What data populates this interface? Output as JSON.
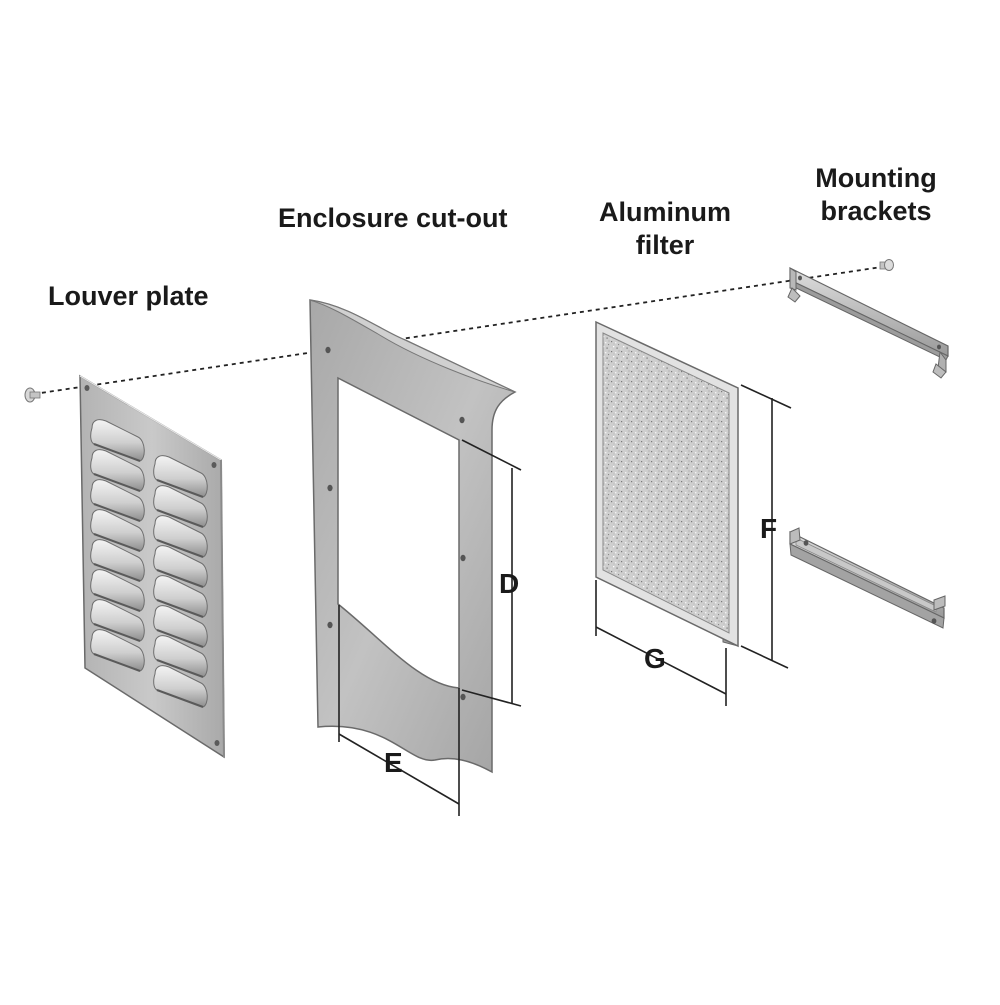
{
  "labels": {
    "louver_plate": "Louver plate",
    "enclosure_cutout": "Enclosure cut-out",
    "aluminum_filter_line1": "Aluminum",
    "aluminum_filter_line2": "filter",
    "mounting_brackets_line1": "Mounting",
    "mounting_brackets_line2": "brackets"
  },
  "dimensions": {
    "d": "D",
    "e": "E",
    "f": "F",
    "g": "G"
  },
  "louver_plate": {
    "louver_rows": 8,
    "louver_columns": 2
  },
  "colors": {
    "metal": "#bdbdbd",
    "metal_dark": "#8c8c8c",
    "metal_light": "#d6d6d6",
    "line": "#222222"
  }
}
